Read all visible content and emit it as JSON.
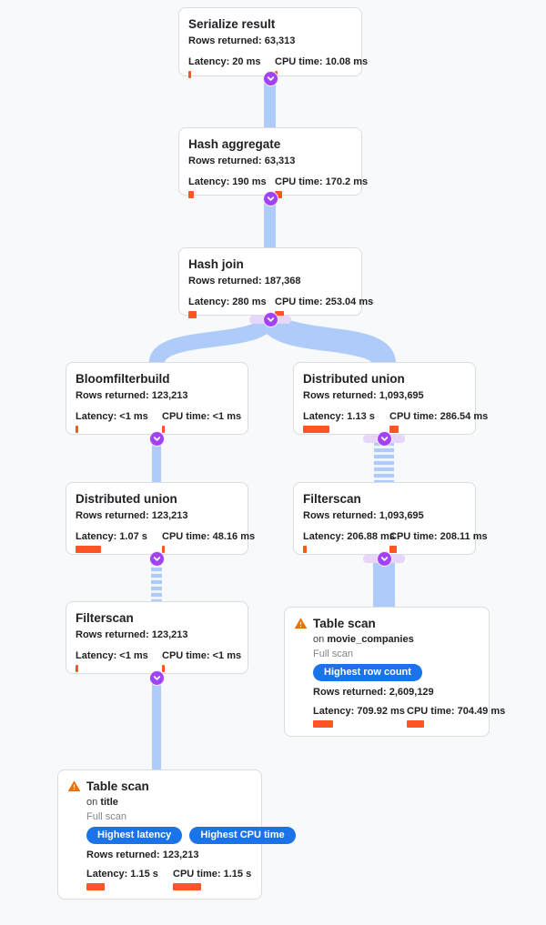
{
  "diagram": {
    "colors": {
      "canvas_bg": "#f8f9fa",
      "edge": "#aecbfa",
      "collapse_button": "#a142f4",
      "metric_bar": "#ff5426",
      "badge_bg": "#1a73e8",
      "warning_icon": "#e8710a",
      "card_border": "#dadce0"
    },
    "nodes": [
      {
        "id": "serialize-result",
        "title": "Serialize result",
        "rows": "Rows returned: 63,313",
        "latency": "Latency: 20 ms",
        "cpu": "CPU time: 10.08 ms",
        "latency_bar": 3,
        "cpu_bar": 3
      },
      {
        "id": "hash-aggregate",
        "title": "Hash aggregate",
        "rows": "Rows returned: 63,313",
        "latency": "Latency: 190 ms",
        "cpu": "CPU time: 170.2 ms",
        "latency_bar": 6,
        "cpu_bar": 8
      },
      {
        "id": "hash-join",
        "title": "Hash join",
        "rows": "Rows returned: 187,368",
        "latency": "Latency: 280 ms",
        "cpu": "CPU time: 253.04 ms",
        "latency_bar": 9,
        "cpu_bar": 10
      },
      {
        "id": "bloomfilterbuild",
        "title": "Bloomfilterbuild",
        "rows": "Rows returned: 123,213",
        "latency": "Latency: <1 ms",
        "cpu": "CPU time: <1 ms",
        "latency_bar": 3,
        "cpu_bar": 3
      },
      {
        "id": "distributed-union-right",
        "title": "Distributed union",
        "rows": "Rows returned: 1,093,695",
        "latency": "Latency: 1.13 s",
        "cpu": "CPU time: 286.54 ms",
        "latency_bar": 29,
        "cpu_bar": 10
      },
      {
        "id": "distributed-union-left",
        "title": "Distributed union",
        "rows": "Rows returned: 123,213",
        "latency": "Latency: 1.07 s",
        "cpu": "CPU time: 48.16 ms",
        "latency_bar": 28,
        "cpu_bar": 3
      },
      {
        "id": "filterscan-right",
        "title": "Filterscan",
        "rows": "Rows returned: 1,093,695",
        "latency": "Latency: 206.88 ms",
        "cpu": "CPU time: 208.11 ms",
        "latency_bar": 4,
        "cpu_bar": 8
      },
      {
        "id": "filterscan-left",
        "title": "Filterscan",
        "rows": "Rows returned: 123,213",
        "latency": "Latency: <1 ms",
        "cpu": "CPU time: <1 ms",
        "latency_bar": 3,
        "cpu_bar": 3
      },
      {
        "id": "table-scan-movie-companies",
        "title": "Table scan",
        "on_prefix": "on",
        "table": "movie_companies",
        "scan_type": "Full scan",
        "badges": [
          "Highest row count"
        ],
        "rows": "Rows returned: 2,609,129",
        "latency": "Latency: 709.92 ms",
        "cpu": "CPU time: 704.49 ms",
        "latency_bar": 22,
        "cpu_bar": 19
      },
      {
        "id": "table-scan-title",
        "title": "Table scan",
        "on_prefix": "on",
        "table": "title",
        "scan_type": "Full scan",
        "badges": [
          "Highest latency",
          "Highest CPU time"
        ],
        "rows": "Rows returned: 123,213",
        "latency": "Latency: 1.15 s",
        "cpu": "CPU time: 1.15 s",
        "latency_bar": 20,
        "cpu_bar": 31
      }
    ]
  }
}
